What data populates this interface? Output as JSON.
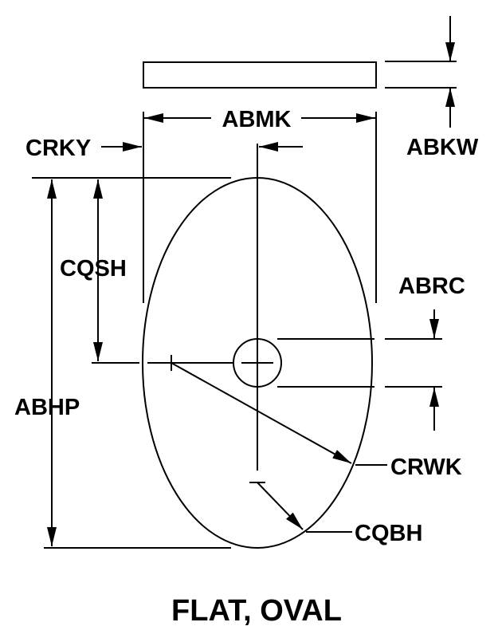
{
  "title": "FLAT, OVAL",
  "labels": {
    "abkw": "ABKW",
    "abmk": "ABMK",
    "crky": "CRKY",
    "cqsh": "CQSH",
    "abhp": "ABHP",
    "abrc": "ABRC",
    "crwk": "CRWK",
    "cqbh": "CQBH"
  },
  "colors": {
    "ink": "#000000",
    "background": "#ffffff"
  }
}
